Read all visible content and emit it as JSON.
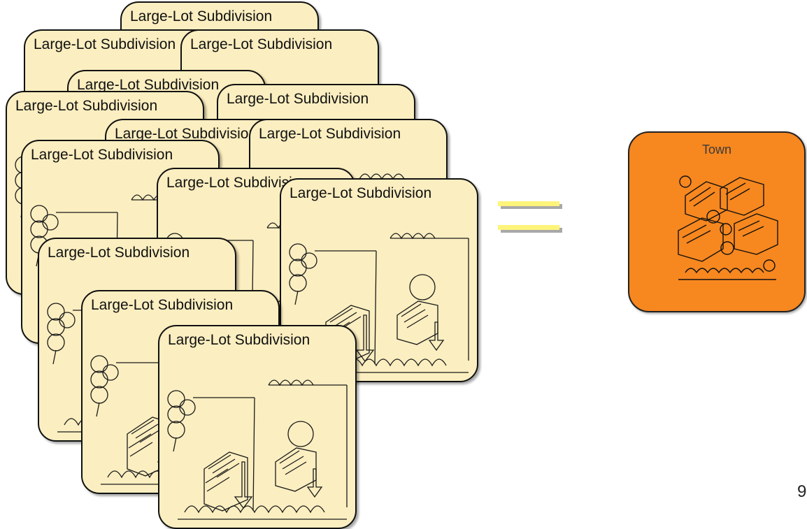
{
  "subdivision_cards": [
    {
      "title": "Large-Lot Subdivision"
    },
    {
      "title": "Large-Lot Subdivision"
    },
    {
      "title": "Large-Lot Subdivision"
    },
    {
      "title": "Large-Lot Subdivision"
    },
    {
      "title": "Large-Lot Subdivision"
    },
    {
      "title": "Large-Lot Subdivision"
    },
    {
      "title": "Large-Lot Subdivision"
    },
    {
      "title": "Large-Lot Subdivision"
    },
    {
      "title": "Large-Lot Subdivision"
    },
    {
      "title": "Large-Lot Subdivision"
    },
    {
      "title": "Large-Lot Subdivision"
    },
    {
      "title": "Large-Lot Subdivision"
    },
    {
      "title": "Large-Lot Subdivision"
    },
    {
      "title": "Large-Lot Subdivision"
    }
  ],
  "equals_sign": {
    "color": "#fff47a",
    "shadow_color": "#a8a8a8"
  },
  "town_card": {
    "title": "Town",
    "color": "#f7871f"
  },
  "card_color": "#fbeec0",
  "page_number": "9"
}
